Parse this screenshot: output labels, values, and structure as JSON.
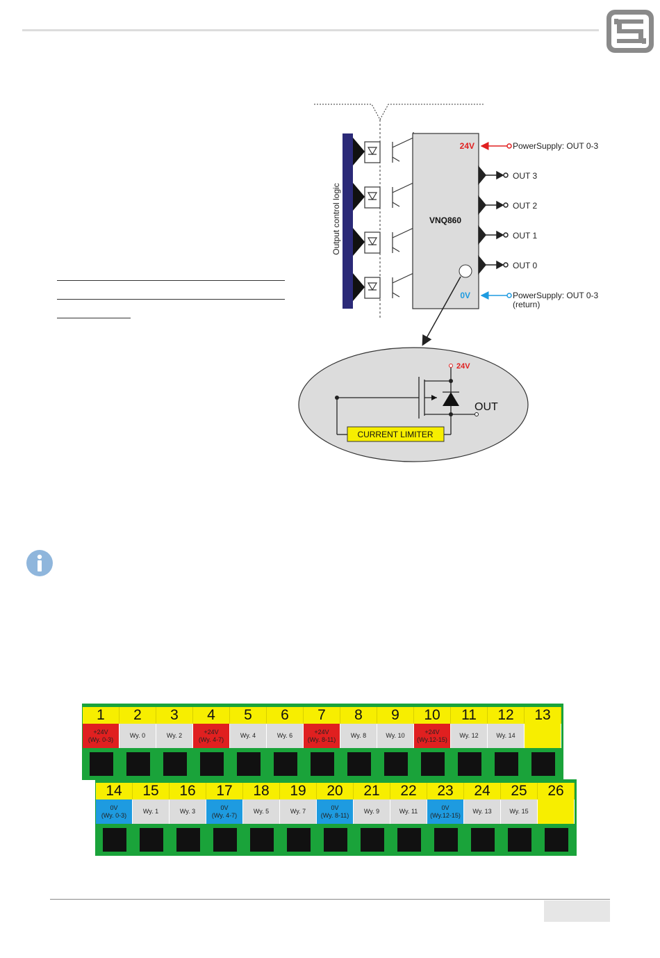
{
  "diagram": {
    "chip_label": "VNQ860",
    "logic_label": "Output control logic",
    "v24": "24V",
    "v0": "0V",
    "pins": {
      "power_in": "PowerSupply: OUT 0-3",
      "out3": "OUT 3",
      "out2": "OUT 2",
      "out1": "OUT 1",
      "out0": "OUT 0",
      "power_return_1": "PowerSupply: OUT 0-3",
      "power_return_2": "(return)"
    },
    "detail": {
      "v24": "24V",
      "out": "OUT",
      "limiter": "CURRENT LIMITER"
    }
  },
  "terminals": {
    "row1": [
      {
        "num": "1",
        "l1": "+24V",
        "l2": "(Wy. 0-3)",
        "color": "#e02020"
      },
      {
        "num": "2",
        "l1": "Wy. 0",
        "l2": "",
        "color": "#dcdcdc"
      },
      {
        "num": "3",
        "l1": "Wy. 2",
        "l2": "",
        "color": "#dcdcdc"
      },
      {
        "num": "4",
        "l1": "+24V",
        "l2": "(Wy. 4-7)",
        "color": "#e02020"
      },
      {
        "num": "5",
        "l1": "Wy. 4",
        "l2": "",
        "color": "#dcdcdc"
      },
      {
        "num": "6",
        "l1": "Wy. 6",
        "l2": "",
        "color": "#dcdcdc"
      },
      {
        "num": "7",
        "l1": "+24V",
        "l2": "(Wy. 8-11)",
        "color": "#e02020"
      },
      {
        "num": "8",
        "l1": "Wy. 8",
        "l2": "",
        "color": "#dcdcdc"
      },
      {
        "num": "9",
        "l1": "Wy. 10",
        "l2": "",
        "color": "#dcdcdc"
      },
      {
        "num": "10",
        "l1": "+24V",
        "l2": "(Wy.12-15)",
        "color": "#e02020"
      },
      {
        "num": "11",
        "l1": "Wy. 12",
        "l2": "",
        "color": "#dcdcdc"
      },
      {
        "num": "12",
        "l1": "Wy. 14",
        "l2": "",
        "color": "#dcdcdc"
      },
      {
        "num": "13",
        "l1": "",
        "l2": "",
        "color": "#f7ee00"
      }
    ],
    "row2": [
      {
        "num": "14",
        "l1": "0V",
        "l2": "(Wy. 0-3)",
        "color": "#1e9be0"
      },
      {
        "num": "15",
        "l1": "Wy. 1",
        "l2": "",
        "color": "#dcdcdc"
      },
      {
        "num": "16",
        "l1": "Wy. 3",
        "l2": "",
        "color": "#dcdcdc"
      },
      {
        "num": "17",
        "l1": "0V",
        "l2": "(Wy. 4-7)",
        "color": "#1e9be0"
      },
      {
        "num": "18",
        "l1": "Wy. 5",
        "l2": "",
        "color": "#dcdcdc"
      },
      {
        "num": "19",
        "l1": "Wy. 7",
        "l2": "",
        "color": "#dcdcdc"
      },
      {
        "num": "20",
        "l1": "0V",
        "l2": "(Wy. 8-11)",
        "color": "#1e9be0"
      },
      {
        "num": "21",
        "l1": "Wy. 9",
        "l2": "",
        "color": "#dcdcdc"
      },
      {
        "num": "22",
        "l1": "Wy. 11",
        "l2": "",
        "color": "#dcdcdc"
      },
      {
        "num": "23",
        "l1": "0V",
        "l2": "(Wy.12-15)",
        "color": "#1e9be0"
      },
      {
        "num": "24",
        "l1": "Wy. 13",
        "l2": "",
        "color": "#dcdcdc"
      },
      {
        "num": "25",
        "l1": "Wy. 15",
        "l2": "",
        "color": "#dcdcdc"
      },
      {
        "num": "26",
        "l1": "",
        "l2": "",
        "color": "#f7ee00"
      }
    ]
  }
}
